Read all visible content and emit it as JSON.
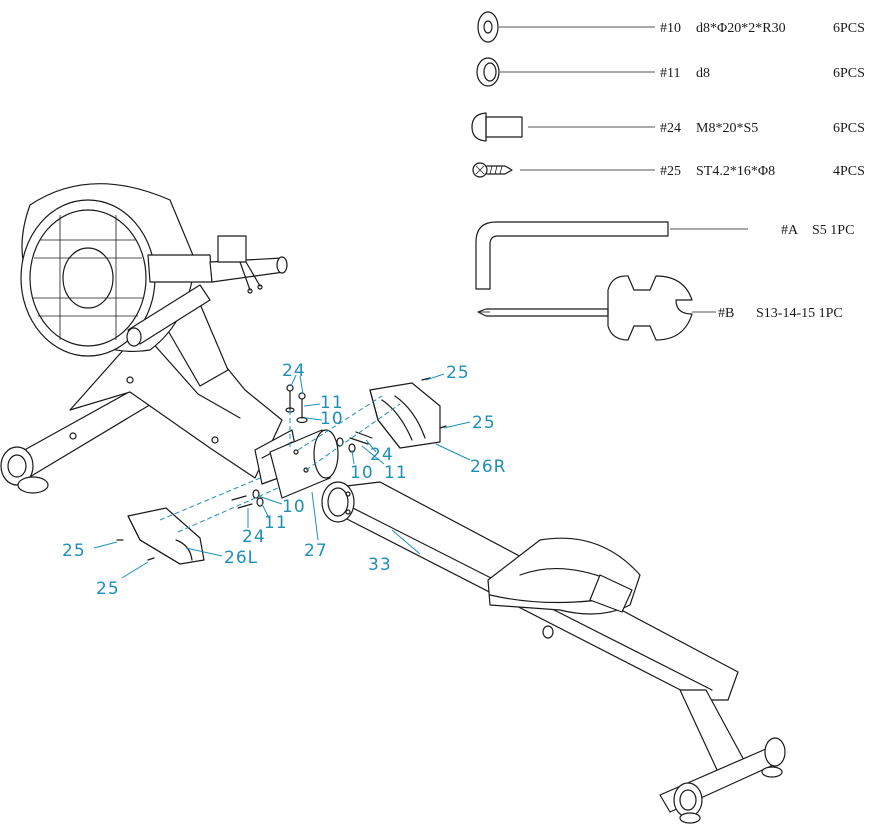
{
  "hardware": [
    {
      "id": "hw-10",
      "code": "#10",
      "spec": "d8*Φ20*2*R30",
      "qty": "6PCS",
      "icon": "curved-washer-icon"
    },
    {
      "id": "hw-11",
      "code": "#11",
      "spec": "d8",
      "qty": "6PCS",
      "icon": "spring-washer-icon"
    },
    {
      "id": "hw-24",
      "code": "#24",
      "spec": "M8*20*S5",
      "qty": "6PCS",
      "icon": "hex-bolt-icon"
    },
    {
      "id": "hw-25",
      "code": "#25",
      "spec": "ST4.2*16*Φ8",
      "qty": "4PCS",
      "icon": "screw-icon"
    }
  ],
  "tools": [
    {
      "id": "tool-a",
      "code": "#A",
      "spec": "S5 1PC",
      "icon": "allen-key-icon"
    },
    {
      "id": "tool-b",
      "code": "#B",
      "spec": "S13-14-15 1PC",
      "icon": "wrench-screwdriver-icon"
    }
  ],
  "callouts": {
    "c24_top": "24",
    "c11_top": "11",
    "c10_top": "10",
    "c25_top": "25",
    "c25_right": "25",
    "c26r": "26R",
    "c24_mid": "24",
    "c10_mid": "10",
    "c11_mid": "11",
    "c10_low": "10",
    "c11_low": "11",
    "c24_low": "24",
    "c27": "27",
    "c33": "33",
    "c25_left": "25",
    "c26l": "26L",
    "c25_bottom": "25"
  },
  "colors": {
    "ink": "#1a1a1a",
    "callout": "#1e8fb8",
    "background": "#ffffff"
  }
}
